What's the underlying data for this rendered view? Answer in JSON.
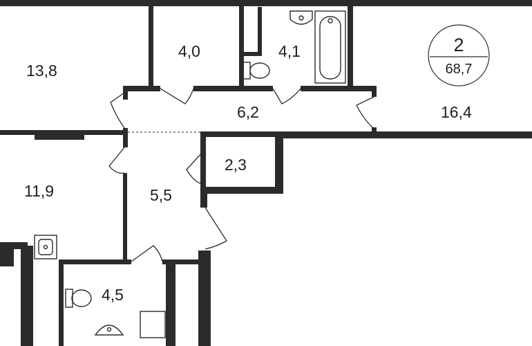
{
  "plan": {
    "rooms": [
      {
        "id": "room-13-8",
        "area": "13,8"
      },
      {
        "id": "room-4-0",
        "area": "4,0"
      },
      {
        "id": "room-4-1",
        "area": "4,1"
      },
      {
        "id": "room-6-2",
        "area": "6,2"
      },
      {
        "id": "room-16-4",
        "area": "16,4"
      },
      {
        "id": "room-11-9",
        "area": "11,9"
      },
      {
        "id": "room-5-5",
        "area": "5,5"
      },
      {
        "id": "room-2-3",
        "area": "2,3"
      },
      {
        "id": "room-4-5",
        "area": "4,5"
      }
    ],
    "badge": {
      "rooms_count": "2",
      "total_area": "68,7"
    }
  }
}
